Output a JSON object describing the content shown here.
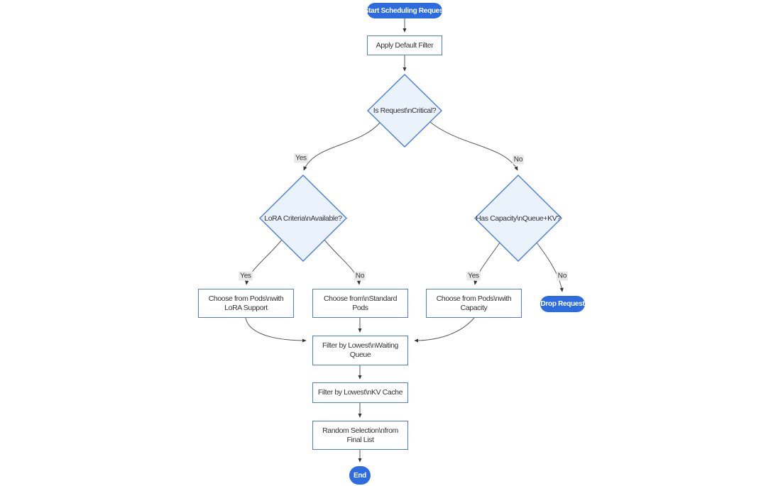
{
  "colors": {
    "node-blue": "#2d6ce0",
    "node-border": "#4a7de2",
    "decision-fill": "#eaf2fc",
    "edge-line": "#5a5a5a",
    "edge-arrow": "#333333",
    "text": "#333333",
    "label-bg": "#e9e9e9",
    "canvas-bg": "#ffffff"
  },
  "nodes": {
    "start": {
      "label": "Start Scheduling Request"
    },
    "apply_default_filter": {
      "label": "Apply Default Filter"
    },
    "is_request_critical": {
      "label": "Is Request\\nCritical?"
    },
    "lora_criteria_available": {
      "label": "LoRA Criteria\\nAvailable?"
    },
    "has_capacity_queue_kv": {
      "label": "Has Capacity\\nQueue+KV?"
    },
    "choose_pods_lora": {
      "label": "Choose from Pods\\nwith\nLoRA Support"
    },
    "choose_standard_pods": {
      "label": "Choose from\\nStandard\nPods"
    },
    "choose_pods_capacity": {
      "label": "Choose from Pods\\nwith\nCapacity"
    },
    "drop_request": {
      "label": "Drop Request"
    },
    "filter_waiting_queue": {
      "label": "Filter by Lowest\\nWaiting\nQueue"
    },
    "filter_kv_cache": {
      "label": "Filter by Lowest\\nKV Cache"
    },
    "random_selection": {
      "label": "Random Selection\\nfrom\nFinal List"
    },
    "end": {
      "label": "End"
    }
  },
  "edge_labels": {
    "critical_yes": "Yes",
    "critical_no": "No",
    "lora_yes": "Yes",
    "lora_no": "No",
    "capacity_yes": "Yes",
    "capacity_no": "No"
  }
}
